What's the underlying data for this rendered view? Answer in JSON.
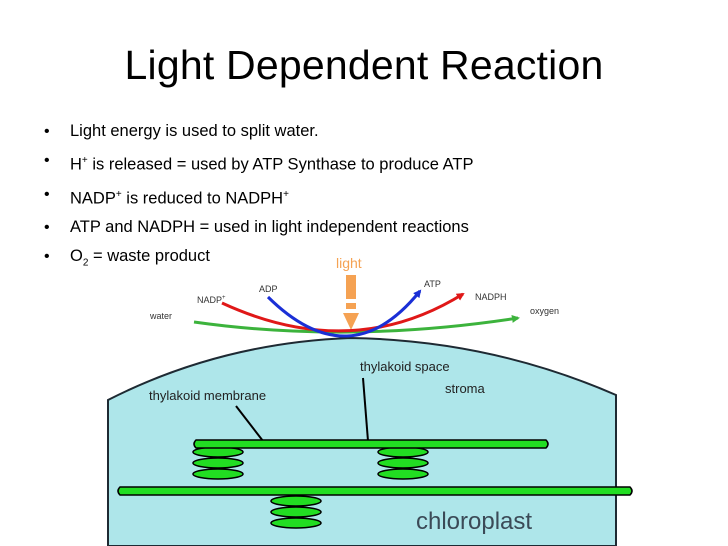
{
  "title": "Light Dependent Reaction",
  "bullets": [
    {
      "text": "Light energy is used to split water."
    },
    {
      "pre": "H",
      "sup": "+",
      "post": " is released = used by ATP Synthase to produce ATP"
    },
    {
      "pre": "NADP",
      "sup": "+",
      "mid": " is reduced to NADPH",
      "sup2": "+"
    },
    {
      "text": "ATP and NADPH = used in light independent reactions"
    },
    {
      "pre": "O",
      "sub": "2",
      "post": " = waste product"
    }
  ],
  "diagram": {
    "light": "light",
    "adp": "ADP",
    "atp": "ATP",
    "nadp": "NADP",
    "nadp_sup": "+",
    "nadph": "NADPH",
    "water": "water",
    "oxygen": "oxygen",
    "thylakoid_space": "thylakoid space",
    "stroma": "stroma",
    "thylakoid_membrane": "thylakoid membrane",
    "chloroplast": "chloroplast"
  },
  "colors": {
    "stroma": "#aee6ea",
    "thylakoid": "#22dd22",
    "light_arrow": "#f5a253",
    "adp_atp_arrow": "#1a2fd6",
    "nadp_arrow": "#e01818",
    "water_oxygen_arrow": "#3cb33c"
  }
}
